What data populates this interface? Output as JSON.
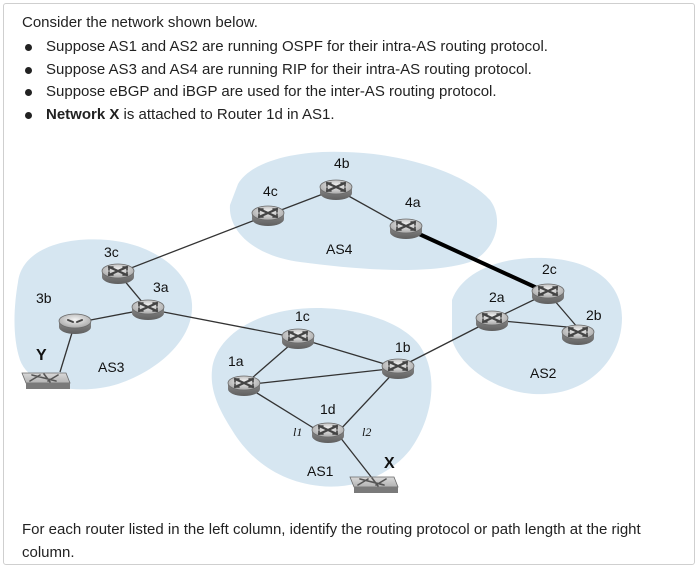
{
  "intro": "Consider the network shown below.",
  "bullets": {
    "b1": "Suppose AS1 and AS2 are running OSPF for their intra-AS routing protocol.",
    "b2": "Suppose AS3 and AS4 are running RIP for their intra-AS routing protocol.",
    "b3": "Suppose eBGP and iBGP are used for the inter-AS routing protocol.",
    "b4_bold": "Network X",
    "b4_rest": " is attached to Router 1d in AS1."
  },
  "diagram": {
    "routers": {
      "r4b": "4b",
      "r4c": "4c",
      "r4a": "4a",
      "r3c": "3c",
      "r3a": "3a",
      "r3b": "3b",
      "r2c": "2c",
      "r2a": "2a",
      "r2b": "2b",
      "r1c": "1c",
      "r1a": "1a",
      "r1b": "1b",
      "r1d": "1d"
    },
    "as_labels": {
      "as4": "AS4",
      "as3": "AS3",
      "as2": "AS2",
      "as1": "AS1"
    },
    "interfaces": {
      "l1": "l1",
      "l2": "l2"
    },
    "networks": {
      "y": "Y",
      "x": "X"
    }
  },
  "outro": "For each router listed in the left column, identify the routing protocol or path length at the right column."
}
